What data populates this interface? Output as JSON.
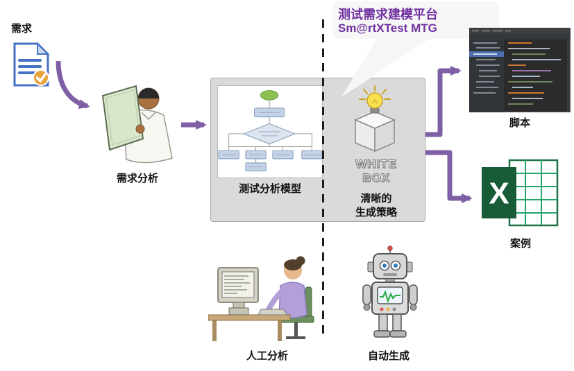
{
  "title": {
    "platform": "测试需求建模平台",
    "product": "Sm@rtXTest MTG"
  },
  "nodes": {
    "requirements": "需求",
    "requirements_analysis": "需求分析",
    "test_analysis_model": "测试分析模型",
    "white_box": [
      "WHITE",
      "BOX"
    ],
    "strategy": [
      "清晰的",
      "生成策略"
    ],
    "script": "脚本",
    "cases": "案例",
    "manual_analysis": "人工分析",
    "auto_generation": "自动生成"
  },
  "icons": {
    "excel_letter": "X",
    "document_icon": "blue document with orange check badge",
    "lightbulb_box_icon": "idea light bulb on white cube",
    "flowchart_icon": "test analysis flowchart thumbnail",
    "code_editor_icon": "dark IDE script screenshot",
    "person_analyst_icon": "analyst holding green book",
    "person_computer_icon": "person working at computer",
    "robot_icon": "robot figure"
  },
  "colors": {
    "arrow_purple": "#7E5FA5",
    "title_purple": "#7030A0",
    "panel_gray": "#DADADA",
    "excel_green": "#185C37",
    "doc_blue": "#4472C4",
    "check_orange": "#E8A33D"
  }
}
